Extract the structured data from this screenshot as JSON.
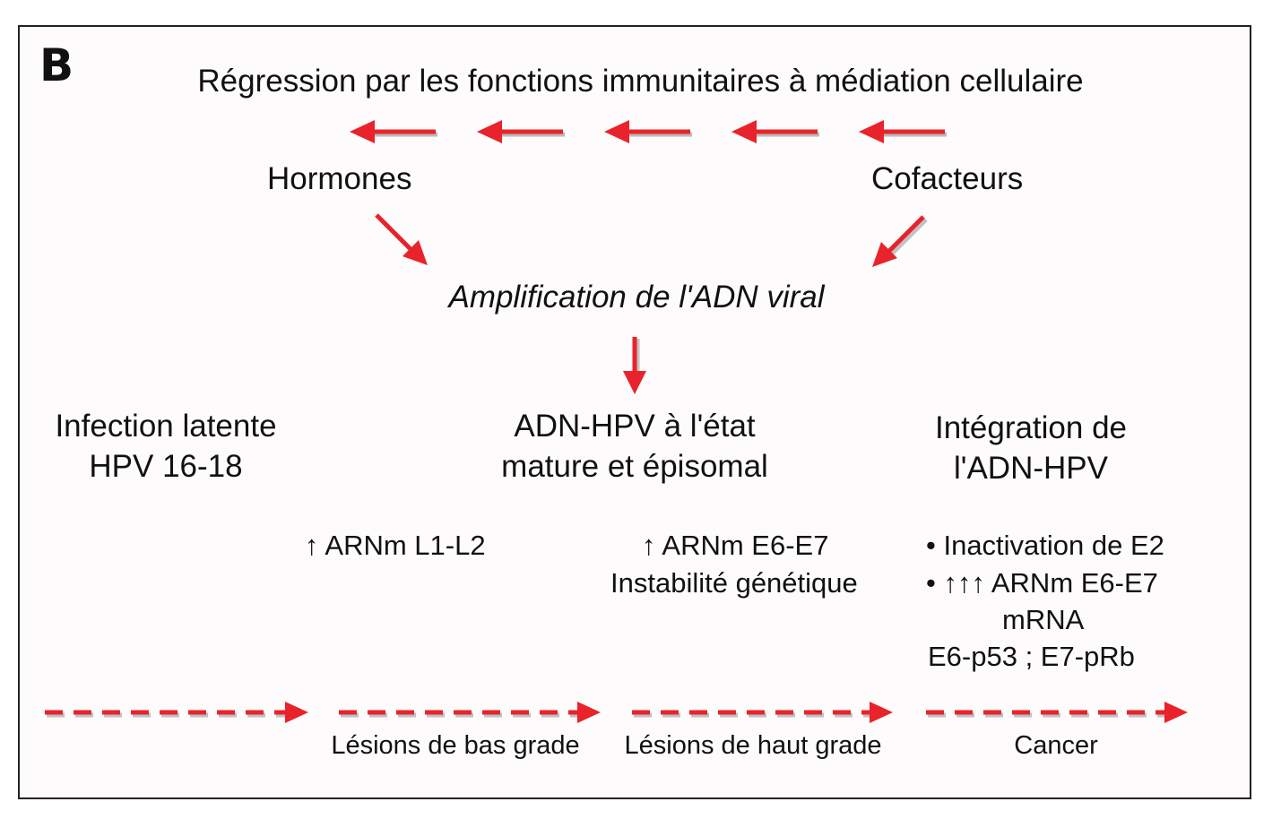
{
  "panel_label": "B",
  "title": "Régression par les fonctions immunitaires à médiation cellulaire",
  "hormones": "Hormones",
  "cofacteurs": "Cofacteurs",
  "amplification": "Amplification de l'ADN viral",
  "stages": {
    "latent": [
      "Infection latente",
      "HPV 16-18"
    ],
    "episomal": [
      "ADN-HPV à l'état",
      "mature et épisomal"
    ],
    "integration": [
      "Intégration de",
      "l'ADN-HPV"
    ]
  },
  "details": {
    "l1l2": "↑ ARNm L1-L2",
    "e6e7": "↑ ARNm E6-E7",
    "instability": "Instabilité génétique",
    "bullet1": "• Inactivation de E2",
    "bullet2": "• ↑↑↑ ARNm E6-E7",
    "mrna": "mRNA",
    "complex": "E6-p53 ; E7-pRb"
  },
  "progression_labels": [
    "Lésions de bas grade",
    "Lésions de haut grade",
    "Cancer"
  ],
  "colors": {
    "arrow": "#e8232b",
    "arrow_shadow": "#8a8a8a",
    "frame": "#222222",
    "background": "#fdfbfb"
  }
}
